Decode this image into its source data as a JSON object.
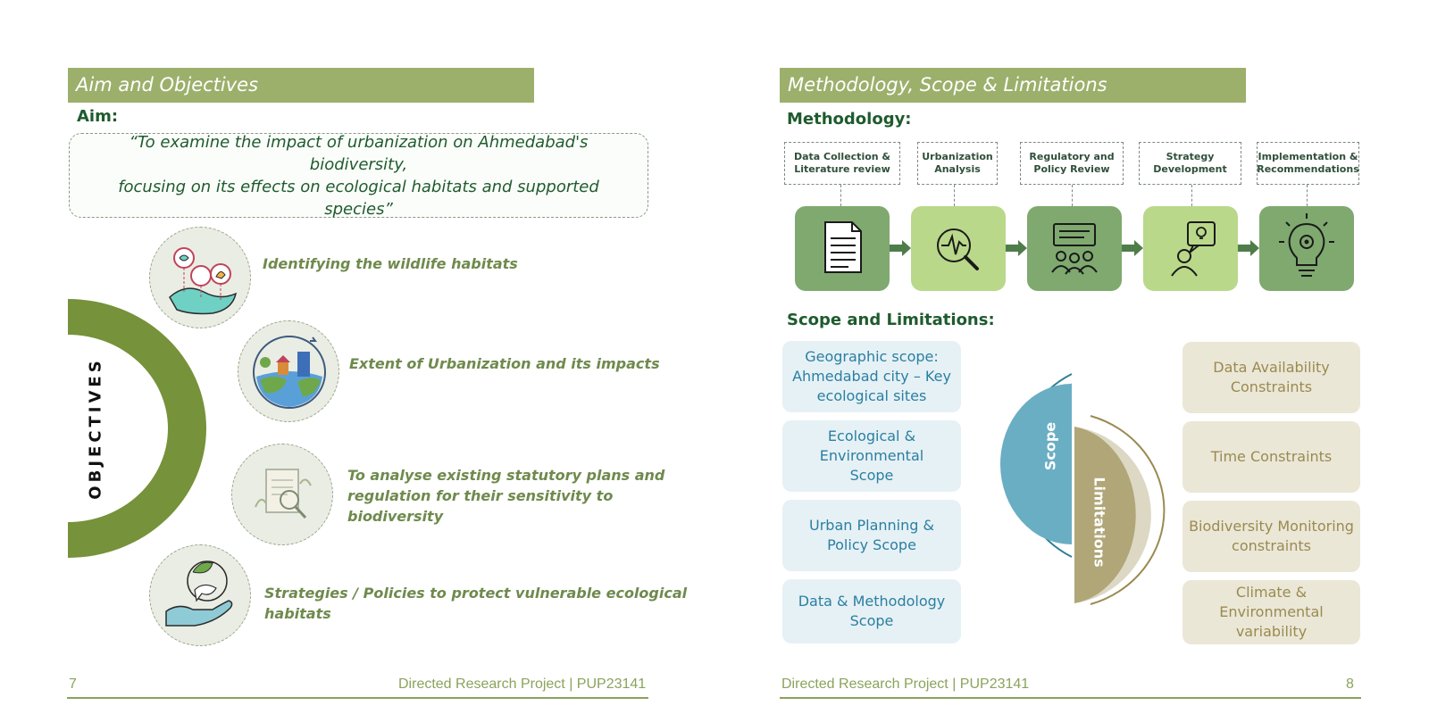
{
  "left_page": {
    "banner_title": "Aim and Objectives",
    "aim_heading": "Aim:",
    "aim_statement_line1": "“To examine the impact of urbanization on Ahmedabad's biodiversity,",
    "aim_statement_line2": "focusing on its effects on ecological habitats and supported species”",
    "objectives_label": "OBJECTIVES",
    "objectives": [
      {
        "icon": "wildlife-map-icon",
        "lines": [
          "Identifying the wildlife habitats"
        ]
      },
      {
        "icon": "urbanization-globe-icon",
        "lines": [
          "Extent of Urbanization and its impacts"
        ]
      },
      {
        "icon": "plan-document-icon",
        "lines": [
          "To analyse existing statutory plans and",
          "regulation for their sensitivity to",
          "biodiversity"
        ]
      },
      {
        "icon": "hand-leaf-icon",
        "lines": [
          "Strategies / Policies to protect vulnerable ecological",
          "habitats"
        ]
      }
    ],
    "page_number": "7",
    "footer": "Directed Research Project | PUP23141"
  },
  "right_page": {
    "banner_title": "Methodology, Scope & Limitations",
    "methodology_heading": "Methodology:",
    "steps": [
      {
        "line1": "Data Collection &",
        "line2": "Literature review",
        "icon": "document-icon"
      },
      {
        "line1": "Urbanization",
        "line2": "Analysis",
        "icon": "magnifier-pulse-icon"
      },
      {
        "line1": "Regulatory and",
        "line2": "Policy Review",
        "icon": "meeting-board-icon"
      },
      {
        "line1": "Strategy",
        "line2": "Development",
        "icon": "idea-person-icon"
      },
      {
        "line1": "Implementation &",
        "line2": "Recommendations",
        "icon": "gear-bulb-icon"
      }
    ],
    "scope_heading": "Scope and Limitations:",
    "scope_items": [
      [
        "Geographic scope:",
        "Ahmedabad city – Key",
        "ecological sites"
      ],
      [
        "Ecological & Environmental",
        "Scope"
      ],
      [
        "Urban Planning &",
        "Policy Scope"
      ],
      [
        "Data & Methodology",
        "Scope"
      ]
    ],
    "scope_label": "Scope",
    "limitations_label": "Limitations",
    "limitation_items": [
      [
        "Data Availability",
        "Constraints"
      ],
      [
        "Time Constraints"
      ],
      [
        "Biodiversity Monitoring",
        "constraints"
      ],
      [
        "Climate & Environmental",
        "variability"
      ]
    ],
    "footer": "Directed Research Project | PUP23141",
    "page_number": "8"
  },
  "colors": {
    "banner": "#9cb06c",
    "heading": "#1f5b2e",
    "objective_text": "#6f8a4d",
    "arc": "#76923a",
    "step_dark": "#7fa96f",
    "step_light": "#b9d88a",
    "scope_blue": "#6aaec4",
    "limit_olive": "#b0a678"
  }
}
